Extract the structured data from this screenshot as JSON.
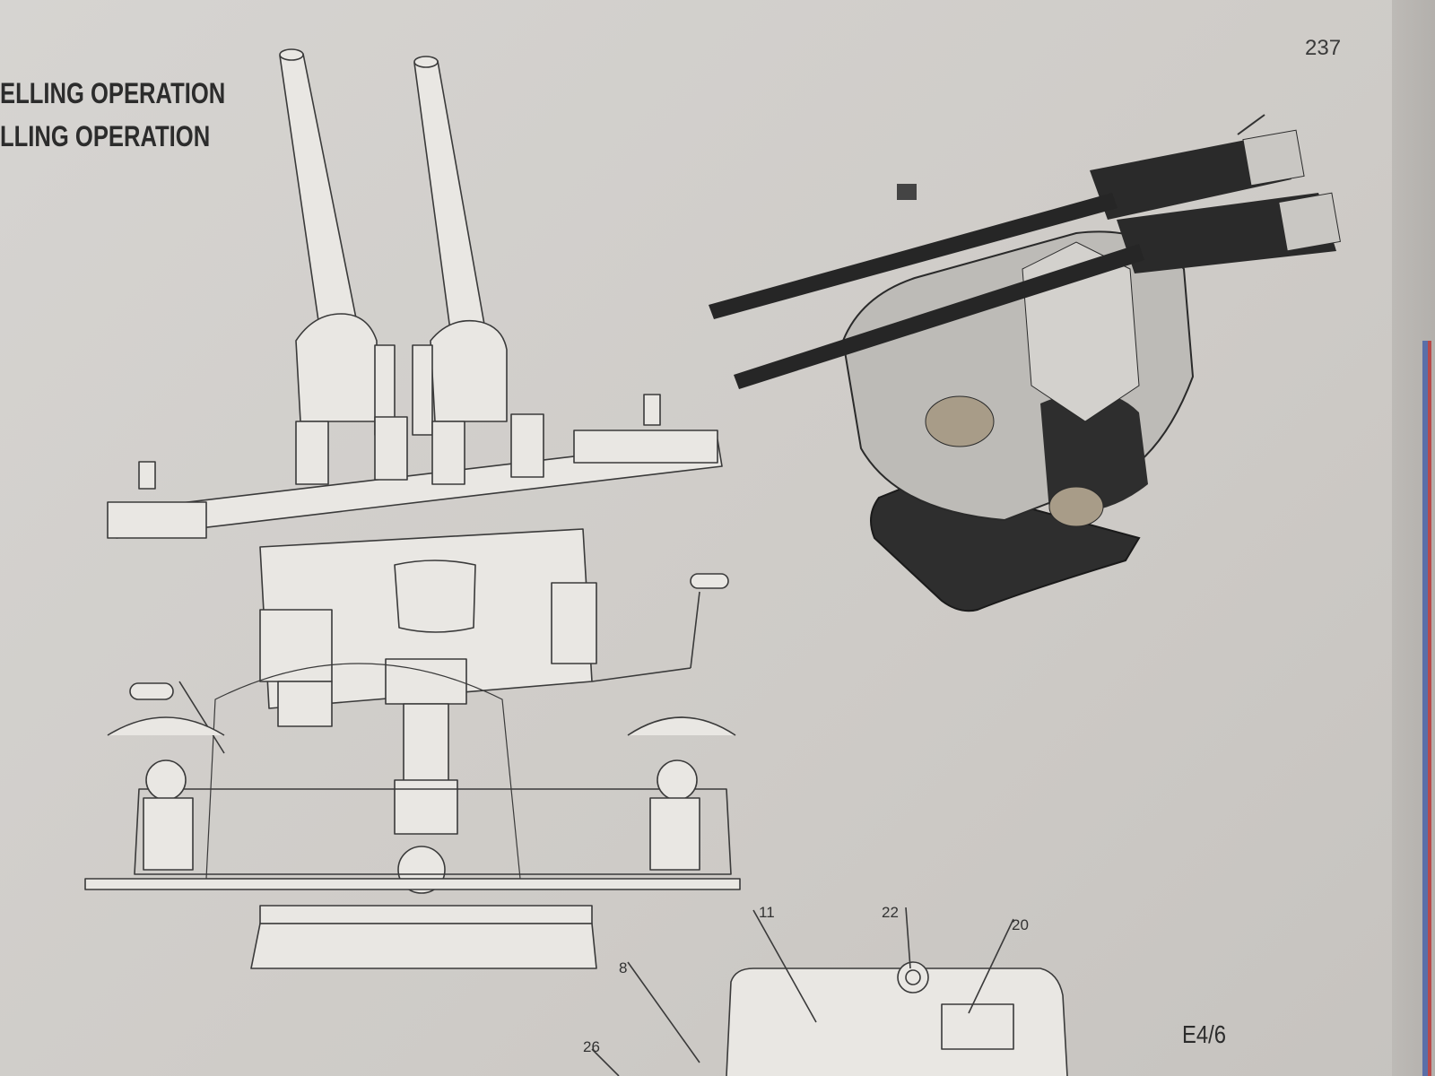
{
  "page_number": "237",
  "headings": [
    "ELLING OPERATION",
    "LLING OPERATION"
  ],
  "callouts": [
    "11",
    "22",
    "20",
    "8",
    "26"
  ],
  "figure_code": "E4/6",
  "colors": {
    "paper": "#d6d4d1",
    "line_art": "#3a3a3a",
    "render_dark": "#2a2a2a",
    "render_light": "#cfcdc8",
    "edge_blue": "#5a6fa8",
    "edge_red": "#b84a4a"
  }
}
